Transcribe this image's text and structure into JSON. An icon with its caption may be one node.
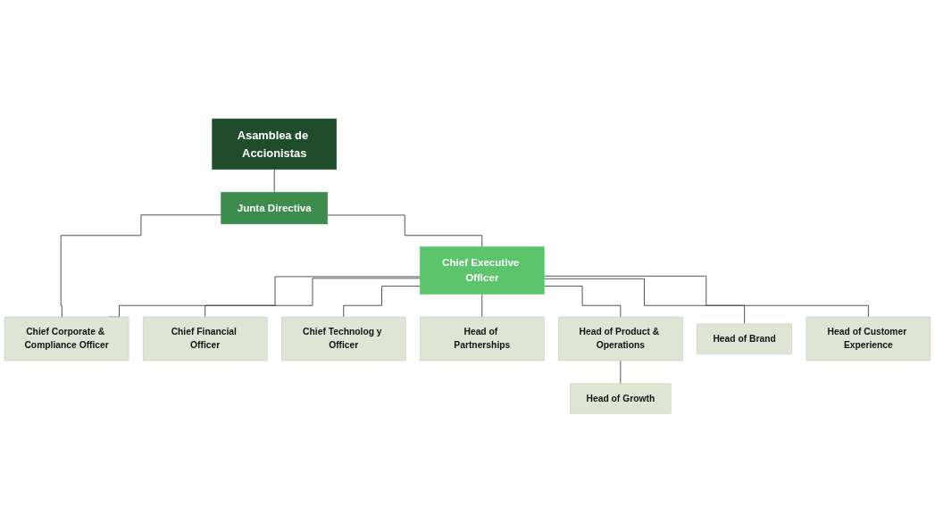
{
  "diagram": {
    "nodes": [
      {
        "text": [
          "Asamblea de Accionistas"
        ]
      },
      {
        "text": [
          "Junta Directiva"
        ]
      },
      {
        "text": [
          "Chief Executive Officer"
        ]
      },
      {
        "text": [
          "Chief Corporate & Compliance Officer"
        ]
      },
      {
        "text": [
          "Chief Financial Officer"
        ]
      },
      {
        "text": [
          "Chief Technolog y Officer"
        ]
      },
      {
        "text": [
          "Head of Partnerships"
        ]
      },
      {
        "text": [
          "Head of Product & Operations"
        ]
      },
      {
        "text": [
          "Head of Brand"
        ]
      },
      {
        "text": [
          "Head of Customer Experience"
        ]
      },
      {
        "text": [
          "Head of Growth"
        ]
      }
    ],
    "edges": [
      {
        "from": 0,
        "to": 1,
        "arrow": "none"
      },
      {
        "from": 1,
        "to": 2,
        "arrow": "none"
      },
      {
        "from": 1,
        "to": 3,
        "arrow": "none"
      },
      {
        "from": 2,
        "to": 3,
        "arrow": "none"
      },
      {
        "from": 2,
        "to": 4,
        "arrow": "none"
      },
      {
        "from": 2,
        "to": 5,
        "arrow": "none"
      },
      {
        "from": 2,
        "to": 6,
        "arrow": "none"
      },
      {
        "from": 2,
        "to": 7,
        "arrow": "none"
      },
      {
        "from": 2,
        "to": 8,
        "arrow": "none"
      },
      {
        "from": 2,
        "to": 9,
        "arrow": "none"
      },
      {
        "from": 7,
        "to": 10,
        "arrow": "none"
      }
    ]
  }
}
